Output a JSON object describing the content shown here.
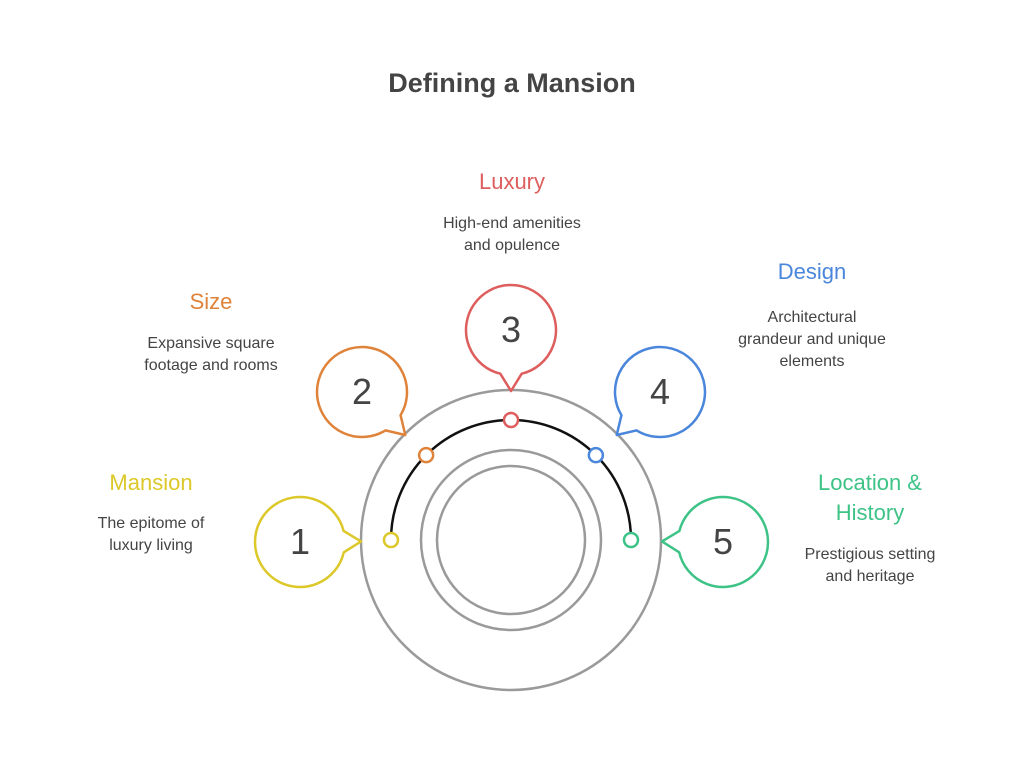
{
  "title": "Defining a Mansion",
  "items": [
    {
      "number": "1",
      "heading": [
        "Mansion"
      ],
      "description": [
        "The epitome of",
        "luxury living"
      ],
      "color": "#DCC828",
      "icon": "number-bubble-icon"
    },
    {
      "number": "2",
      "heading": [
        "Size"
      ],
      "description": [
        "Expansive square",
        "footage and rooms"
      ],
      "color": "#E0833A",
      "icon": "number-bubble-icon"
    },
    {
      "number": "3",
      "heading": [
        "Luxury"
      ],
      "description": [
        "High-end amenities",
        "and opulence"
      ],
      "color": "#DE5D5D",
      "icon": "number-bubble-icon"
    },
    {
      "number": "4",
      "heading": [
        "Design"
      ],
      "description": [
        "Architectural",
        "grandeur and unique",
        "elements"
      ],
      "color": "#4A86DB",
      "icon": "number-bubble-icon"
    },
    {
      "number": "5",
      "heading": [
        "Location &",
        "History"
      ],
      "description": [
        "Prestigious setting",
        "and heritage"
      ],
      "color": "#3EC387",
      "icon": "number-bubble-icon"
    }
  ],
  "colors": {
    "title": "#444444",
    "ring": "#9A9A9A",
    "arc": "#111111",
    "text": "#444444"
  }
}
